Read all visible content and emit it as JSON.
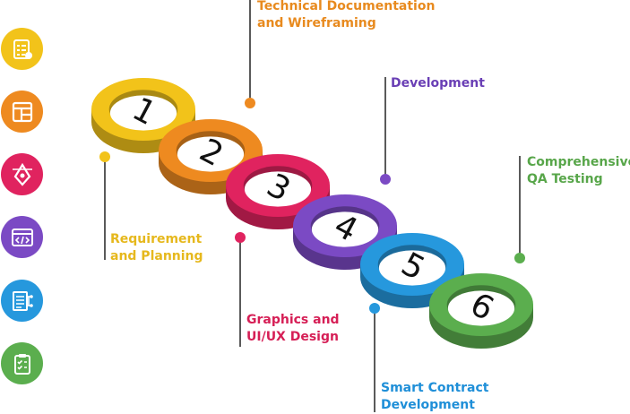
{
  "colors": {
    "yellow": "#F2C31A",
    "orange": "#EE8A20",
    "crimson": "#E0235F",
    "purple": "#7B4AC4",
    "blue": "#2698DD",
    "green": "#5BAE4E",
    "label_yellow": "#E6B81D",
    "label_orange": "#E88A1E",
    "label_crimson": "#D61F56",
    "label_purple": "#6A3FB5",
    "label_blue": "#1F8FD8",
    "label_green": "#58A64A"
  },
  "steps": [
    {
      "number": "1",
      "label_lines": [
        "Requirement",
        "and Planning"
      ]
    },
    {
      "number": "2",
      "label_lines": [
        "Technical Documentation",
        "and Wireframing"
      ]
    },
    {
      "number": "3",
      "label_lines": [
        "Graphics and",
        "UI/UX Design"
      ]
    },
    {
      "number": "4",
      "label_lines": [
        "Development"
      ]
    },
    {
      "number": "5",
      "label_lines": [
        "Smart Contract",
        "Development"
      ]
    },
    {
      "number": "6",
      "label_lines": [
        "Comprehensive",
        "QA Testing"
      ]
    }
  ],
  "sidebar_icons": [
    {
      "name": "checklist-icon"
    },
    {
      "name": "layout-icon"
    },
    {
      "name": "pen-tool-icon"
    },
    {
      "name": "code-window-icon"
    },
    {
      "name": "document-network-icon"
    },
    {
      "name": "clipboard-check-icon"
    }
  ]
}
